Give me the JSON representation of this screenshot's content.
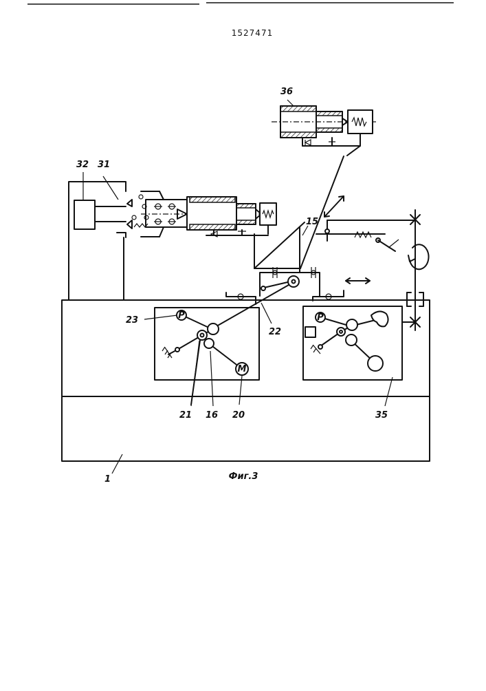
{
  "document": {
    "number": "1527471",
    "caption": "Фиг.3"
  },
  "labels": {
    "l36": "36",
    "l32": "32",
    "l31": "31",
    "l15": "15",
    "l23": "23",
    "l22": "22",
    "l21": "21",
    "l16": "16",
    "l20": "20",
    "l35": "35",
    "l1": "1"
  },
  "symbols": {
    "motor": "M",
    "encoder_left": "P",
    "encoder_right": "P"
  }
}
